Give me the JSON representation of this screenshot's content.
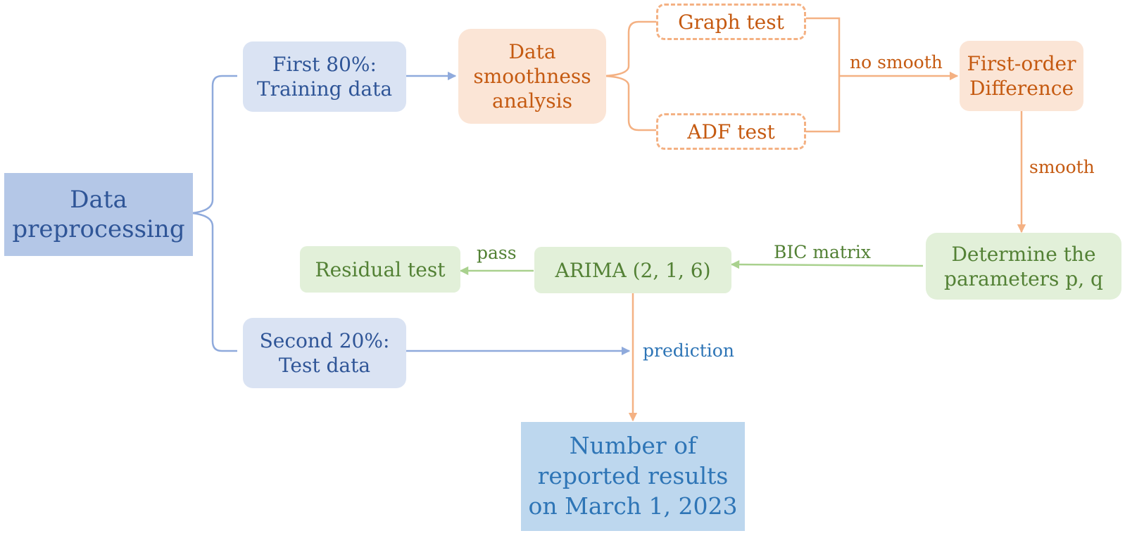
{
  "nodes": {
    "data_preprocessing": [
      "Data",
      "preprocessing"
    ],
    "training_data": [
      "First 80%:",
      "Training data"
    ],
    "test_data": [
      "Second 20%:",
      "Test data"
    ],
    "smoothness_analysis": [
      "Data",
      "smoothness",
      "analysis"
    ],
    "graph_test": "Graph test",
    "adf_test": "ADF test",
    "first_order_difference": [
      "First-order",
      "Difference"
    ],
    "determine_parameters": [
      "Determine the",
      "parameters p, q"
    ],
    "arima": "ARIMA (2, 1, 6)",
    "residual_test": "Residual test",
    "result": [
      "Number of",
      "reported results",
      "on March 1, 2023"
    ]
  },
  "edge_labels": {
    "no_smooth": "no smooth",
    "smooth": "smooth",
    "bic_matrix": "BIC matrix",
    "pass": "pass",
    "prediction": "prediction"
  },
  "colors": {
    "blue_line": "#8faadc",
    "orange_line": "#f4b183",
    "green_line": "#a9d18e"
  }
}
